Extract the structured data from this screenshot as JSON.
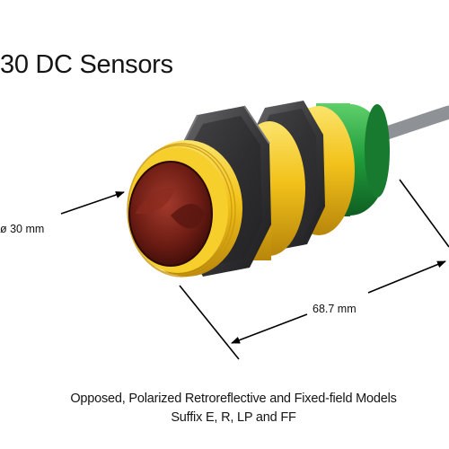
{
  "heading": "30 DC Sensors",
  "dimensions": {
    "diameter": "ø 30 mm",
    "length": "68.7 mm"
  },
  "caption": {
    "line1": "Opposed, Polarized Retroreflective and Fixed-field Models",
    "line2": "Suffix E, R, LP and FF"
  },
  "colors": {
    "housing": "#f2c21a",
    "housing_dark": "#b8860b",
    "lens": "#6e1d14",
    "nut": "#3a3a3c",
    "end_cap": "#1f9a3a",
    "cable": "#8e9196"
  }
}
